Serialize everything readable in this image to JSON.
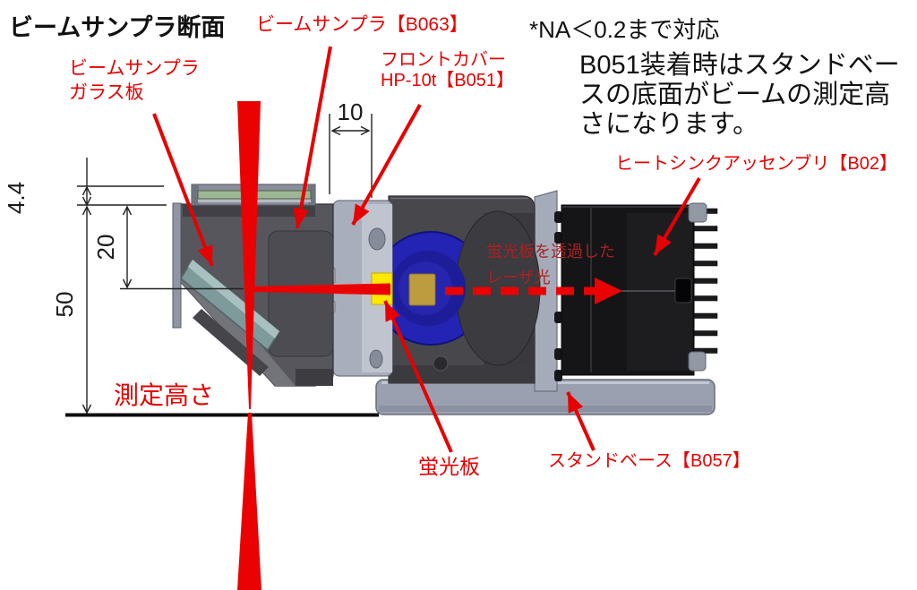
{
  "title": "ビームサンプラ断面",
  "notes": {
    "na": "*NA＜0.2まで対応",
    "b051": "B051装着時はスタンドベー\nスの底面がビームの測定高\nさになります。"
  },
  "labels": {
    "beam_sampler": "ビームサンプラ【B063】",
    "glass_plate": "ビームサンプラ\nガラス板",
    "front_cover": "フロントカバー\nHP-10t【B051】",
    "heatsink": "ヒートシンクアッセンブリ【B02】",
    "laser_through": "蛍光板を透過した\nレーザ光",
    "measurement_height": "測定高さ",
    "fluorescent_plate": "蛍光板",
    "stand_base": "スタンドベース【B057】"
  },
  "dimensions": {
    "glass_offset": "4.4",
    "beam_height": "20",
    "base_to_beam": "50",
    "cover_thickness": "10"
  },
  "colors": {
    "annotation_red": "#e60000",
    "beam_red": "#ea0202",
    "housing_gray": "#56565c",
    "front_cover_lavender": "#a9aebc",
    "stand_base_gray": "#9aa0b0",
    "lens_blue": "#2323b4",
    "fluorescent_yellow": "#ffe800",
    "glass_teal": "#7e9a9a",
    "heatsink_black": "#151517"
  }
}
